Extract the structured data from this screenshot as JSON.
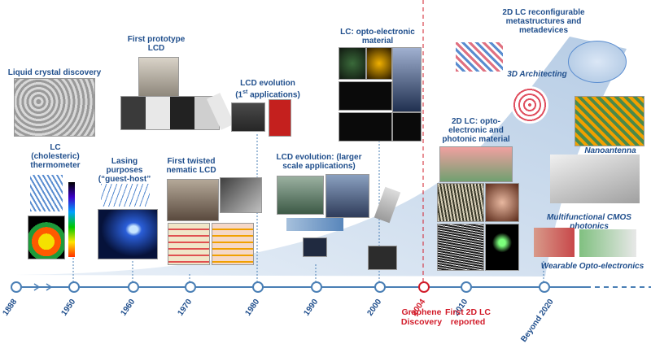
{
  "labels": {
    "lc_discovery": "Liquid crystal discovery",
    "lc_cholesteric": "LC (cholesteric) thermometer",
    "lasing": "Lasing purposes (“guest-host” effect)",
    "first_prototype": "First prototype LCD",
    "first_twisted": "First twisted nematic LCD",
    "lcd_evolution_1": "LCD evolution",
    "lcd_evolution_1_sub": "(1",
    "lcd_evolution_1_sup": "st",
    "lcd_evolution_1_end": " applications)",
    "lcd_evolution_2": "LCD evolution: (larger scale applications)",
    "lc_optoelectronic": "LC: opto-electronic material",
    "twod_lc_material": "2D LC: opto-electronic  and photonic material",
    "twod_lc_reconfig": "2D LC reconfigurable metastructures and metadevices",
    "three_d_arch": "3D Architecting",
    "nanoantenna": "Nanoantenna arrays",
    "cmos": "Multifunctional CMOS photonics",
    "wearable": "Wearable Opto-electronics"
  },
  "timeline": {
    "years": [
      "1888",
      "1950",
      "1960",
      "1970",
      "1980",
      "1990",
      "2000",
      "2004",
      "2010",
      "Beyond  2020"
    ],
    "graphene": "Graphene Discovery",
    "first_2d": "First 2D LC reported"
  },
  "colors": {
    "timeline": "#4a7fb5",
    "label": "#1f4e8c",
    "red": "#d21c2a",
    "wedge": "#c9d9ec"
  }
}
